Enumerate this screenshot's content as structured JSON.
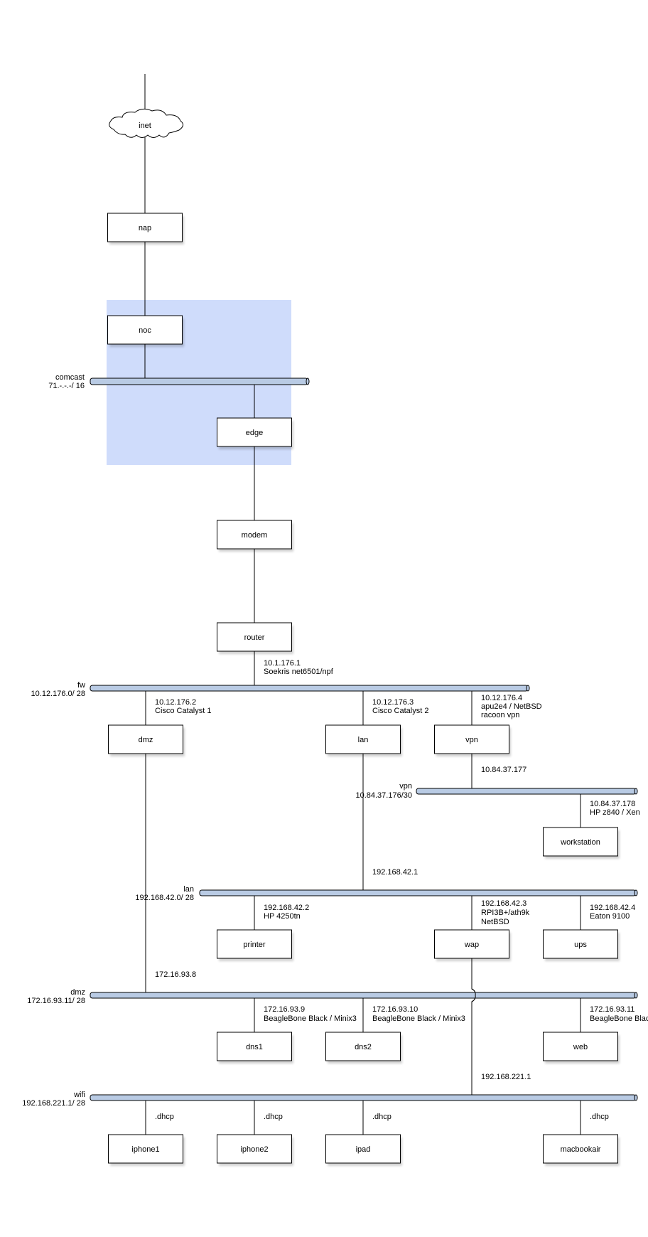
{
  "colors": {
    "bus_fill": "#b9cbe4",
    "highlight": "#cfdcfb",
    "node_fill": "#ffffff"
  },
  "nodes": {
    "inet": "inet",
    "nap": "nap",
    "noc": "noc",
    "edge": "edge",
    "modem": "modem",
    "router": "router",
    "dmz": "dmz",
    "lan": "lan",
    "vpn": "vpn",
    "workstation": "workstation",
    "printer": "printer",
    "wap": "wap",
    "ups": "ups",
    "dns1": "dns1",
    "dns2": "dns2",
    "web": "web",
    "iphone1": "iphone1",
    "iphone2": "iphone2",
    "ipad": "ipad",
    "macbookair": "macbookair"
  },
  "networks": {
    "comcast": {
      "name": "comcast",
      "subnet": "71.-.-.-/ 16"
    },
    "fw": {
      "name": "fw",
      "subnet": "10.12.176.0/ 28"
    },
    "vpn": {
      "name": "vpn",
      "subnet": "10.84.37.176/30"
    },
    "lan": {
      "name": "lan",
      "subnet": "192.168.42.0/ 28"
    },
    "dmz": {
      "name": "dmz",
      "subnet": "172.16.93.11/ 28"
    },
    "wifi": {
      "name": "wifi",
      "subnet": "192.168.221.1/ 28"
    }
  },
  "labels": {
    "router": [
      "10.1.176.1",
      "Soekris net6501/npf"
    ],
    "dmz_fw": [
      "10.12.176.2",
      "Cisco Catalyst 1"
    ],
    "lan_fw": [
      "10.12.176.3",
      "Cisco Catalyst 2"
    ],
    "vpn_fw": [
      "10.12.176.4",
      "apu2e4 / NetBSD",
      "racoon vpn"
    ],
    "vpn_out": [
      "10.84.37.177"
    ],
    "workstation": [
      "10.84.37.178",
      "HP z840 / Xen"
    ],
    "lan_out": [
      "192.168.42.1"
    ],
    "printer": [
      "192.168.42.2",
      "HP 4250tn"
    ],
    "wap": [
      "192.168.42.3",
      "RPI3B+/ath9k",
      "NetBSD"
    ],
    "ups": [
      "192.168.42.4",
      "Eaton 9100"
    ],
    "dmz_out": [
      "172.16.93.8"
    ],
    "dns1": [
      "172.16.93.9",
      "BeagleBone Black / Minix3"
    ],
    "dns2": [
      "172.16.93.10",
      "BeagleBone Black / Minix3"
    ],
    "web": [
      "172.16.93.11",
      "BeagleBone Black"
    ],
    "wap_out": [
      "192.168.221.1"
    ],
    "iphone1": ".dhcp",
    "iphone2": ".dhcp",
    "ipad": ".dhcp",
    "macbookair": ".dhcp"
  }
}
